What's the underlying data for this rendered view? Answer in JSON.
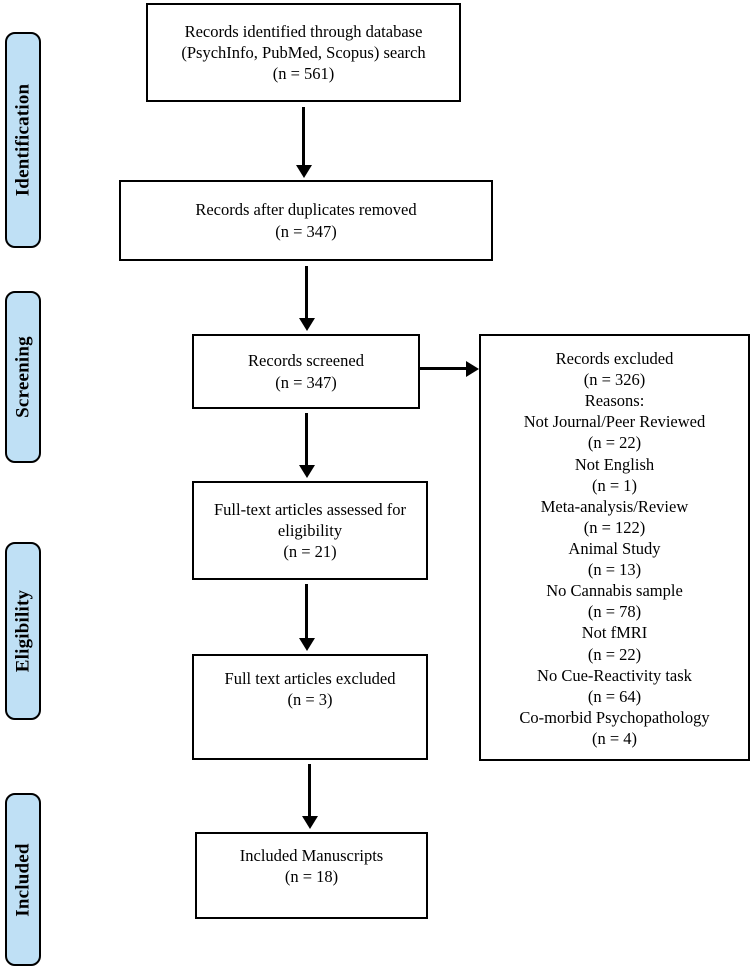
{
  "diagram": {
    "type": "prisma-flow-diagram",
    "accent_color": "#bfe0f5",
    "line_color": "#000000",
    "background_color": "#ffffff"
  },
  "phases": [
    {
      "id": "identification",
      "label": "Identification"
    },
    {
      "id": "screening",
      "label": "Screening"
    },
    {
      "id": "eligibility",
      "label": "Eligibility"
    },
    {
      "id": "included",
      "label": "Included"
    }
  ],
  "boxes": {
    "records_identified": {
      "text": "Records identified through database\n(PsychInfo, PubMed, Scopus) search\n(n = 561)",
      "count": 561
    },
    "records_after_duplicates": {
      "text": "Records after duplicates removed\n(n = 347)",
      "count": 347
    },
    "records_screened": {
      "text": "Records screened\n(n = 347)",
      "count": 347
    },
    "records_excluded": {
      "text": "Records excluded\n(n = 326)\nReasons:\nNot Journal/Peer Reviewed\n(n = 22)\nNot English\n(n = 1)\nMeta-analysis/Review\n(n = 122)\nAnimal Study\n(n = 13)\nNo Cannabis sample\n(n = 78)\nNot fMRI\n(n = 22)\nNo Cue-Reactivity task\n(n = 64)\nCo-morbid Psychopathology\n(n = 4)",
      "count": 326,
      "reasons": [
        {
          "label": "Not Journal/Peer Reviewed",
          "count": 22
        },
        {
          "label": "Not English",
          "count": 1
        },
        {
          "label": "Meta-analysis/Review",
          "count": 122
        },
        {
          "label": "Animal Study",
          "count": 13
        },
        {
          "label": "No Cannabis sample",
          "count": 78
        },
        {
          "label": "Not fMRI",
          "count": 22
        },
        {
          "label": "No Cue-Reactivity task",
          "count": 64
        },
        {
          "label": "Co-morbid Psychopathology",
          "count": 4
        }
      ]
    },
    "full_text_assessed": {
      "text": "Full-text articles assessed for\neligibility\n(n = 21)",
      "count": 21
    },
    "full_text_excluded": {
      "text": "Full text articles excluded\n(n = 3)",
      "count": 3
    },
    "included_manuscripts": {
      "text": "Included Manuscripts\n(n = 18)",
      "count": 18
    }
  }
}
